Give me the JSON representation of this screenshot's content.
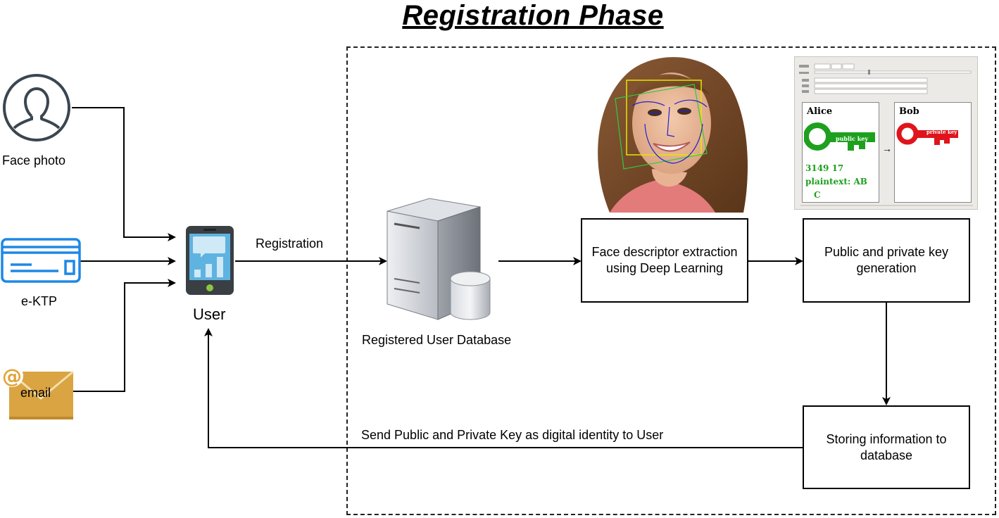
{
  "title": "Registration Phase",
  "inputs": {
    "face_photo_label": "Face photo",
    "ektp_label": "e-KTP",
    "email_label": "email"
  },
  "user_label": "User",
  "edge_registration": "Registration",
  "database_label": "Registered User Database",
  "boxes": {
    "face_descriptor": "Face descriptor extraction using Deep Learning",
    "key_generation": "Public and private key generation",
    "storing": "Storing information to database"
  },
  "edge_send": "Send Public and Private Key as digital identity to User",
  "key_demo": {
    "alice": "Alice",
    "bob": "Bob",
    "public_key": "public key",
    "private_key": "private key",
    "numbers": "3149  17",
    "plaintext": "plaintext: AB",
    "c": "C"
  },
  "colors": {
    "phone_blue": "#5fb3e0",
    "card_blue": "#1e88e5",
    "envelope_gold": "#d9a441",
    "key_green": "#1ea01e",
    "key_red": "#e0141b"
  }
}
